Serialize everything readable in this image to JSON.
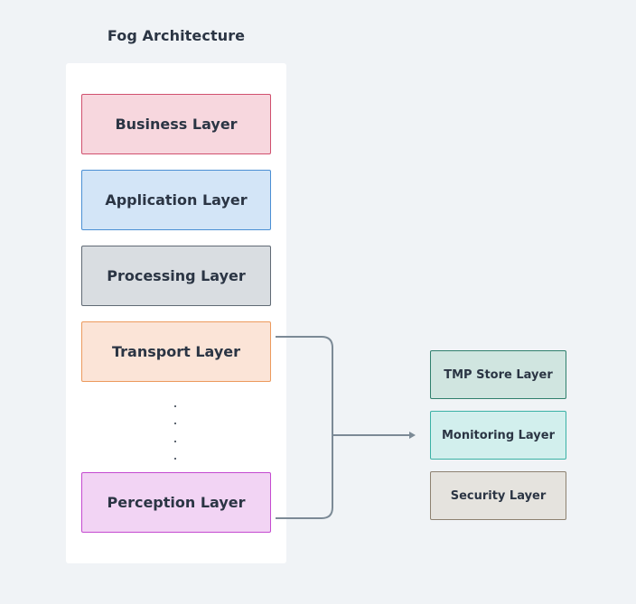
{
  "title": "Fog Architecture",
  "layers": [
    {
      "label": "Business Layer"
    },
    {
      "label": "Application Layer"
    },
    {
      "label": "Processing Layer"
    },
    {
      "label": "Transport Layer"
    },
    {
      "label": "Perception Layer"
    }
  ],
  "sublayers": [
    {
      "label": "TMP Store Layer"
    },
    {
      "label": "Monitoring Layer"
    },
    {
      "label": "Security Layer"
    }
  ],
  "colors": {
    "background": "#f0f3f6",
    "connector": "#7c8a96",
    "text": "#2b3544"
  }
}
